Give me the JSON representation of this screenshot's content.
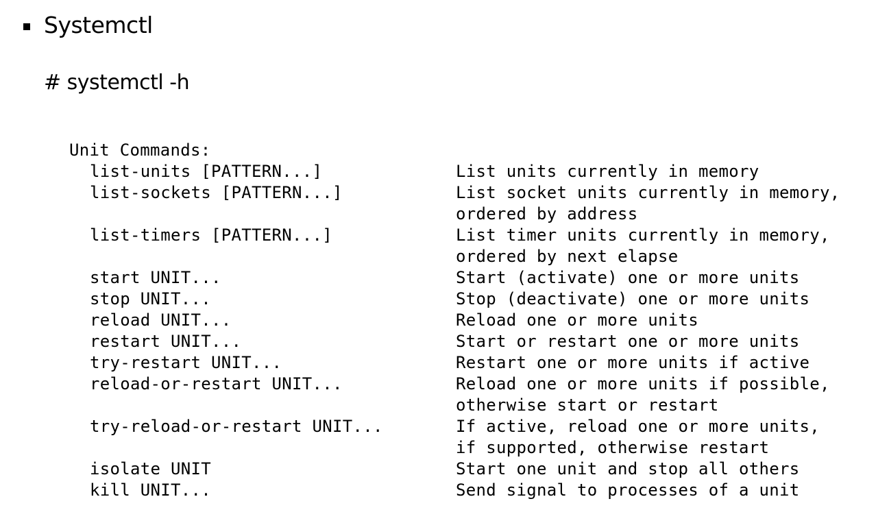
{
  "slide": {
    "heading": "Systemctl",
    "command": "# systemctl -h"
  },
  "terminal": {
    "section_title": "Unit Commands:",
    "commands": [
      {
        "cmd": "list-units [PATTERN...]",
        "desc": [
          "List units currently in memory"
        ]
      },
      {
        "cmd": "list-sockets [PATTERN...]",
        "desc": [
          "List socket units currently in memory,",
          "ordered by address"
        ]
      },
      {
        "cmd": "list-timers [PATTERN...]",
        "desc": [
          "List timer units currently in memory,",
          "ordered by next elapse"
        ]
      },
      {
        "cmd": "start UNIT...",
        "desc": [
          "Start (activate) one or more units"
        ]
      },
      {
        "cmd": "stop UNIT...",
        "desc": [
          "Stop (deactivate) one or more units"
        ]
      },
      {
        "cmd": "reload UNIT...",
        "desc": [
          "Reload one or more units"
        ]
      },
      {
        "cmd": "restart UNIT...",
        "desc": [
          "Start or restart one or more units"
        ]
      },
      {
        "cmd": "try-restart UNIT...",
        "desc": [
          "Restart one or more units if active"
        ]
      },
      {
        "cmd": "reload-or-restart UNIT...",
        "desc": [
          "Reload one or more units if possible,",
          "otherwise start or restart"
        ]
      },
      {
        "cmd": "try-reload-or-restart UNIT...",
        "desc": [
          "If active, reload one or more units,",
          "if supported, otherwise restart"
        ]
      },
      {
        "cmd": "isolate UNIT",
        "desc": [
          "Start one unit and stop all others"
        ]
      },
      {
        "cmd": "kill UNIT...",
        "desc": [
          "Send signal to processes of a unit"
        ]
      }
    ]
  }
}
